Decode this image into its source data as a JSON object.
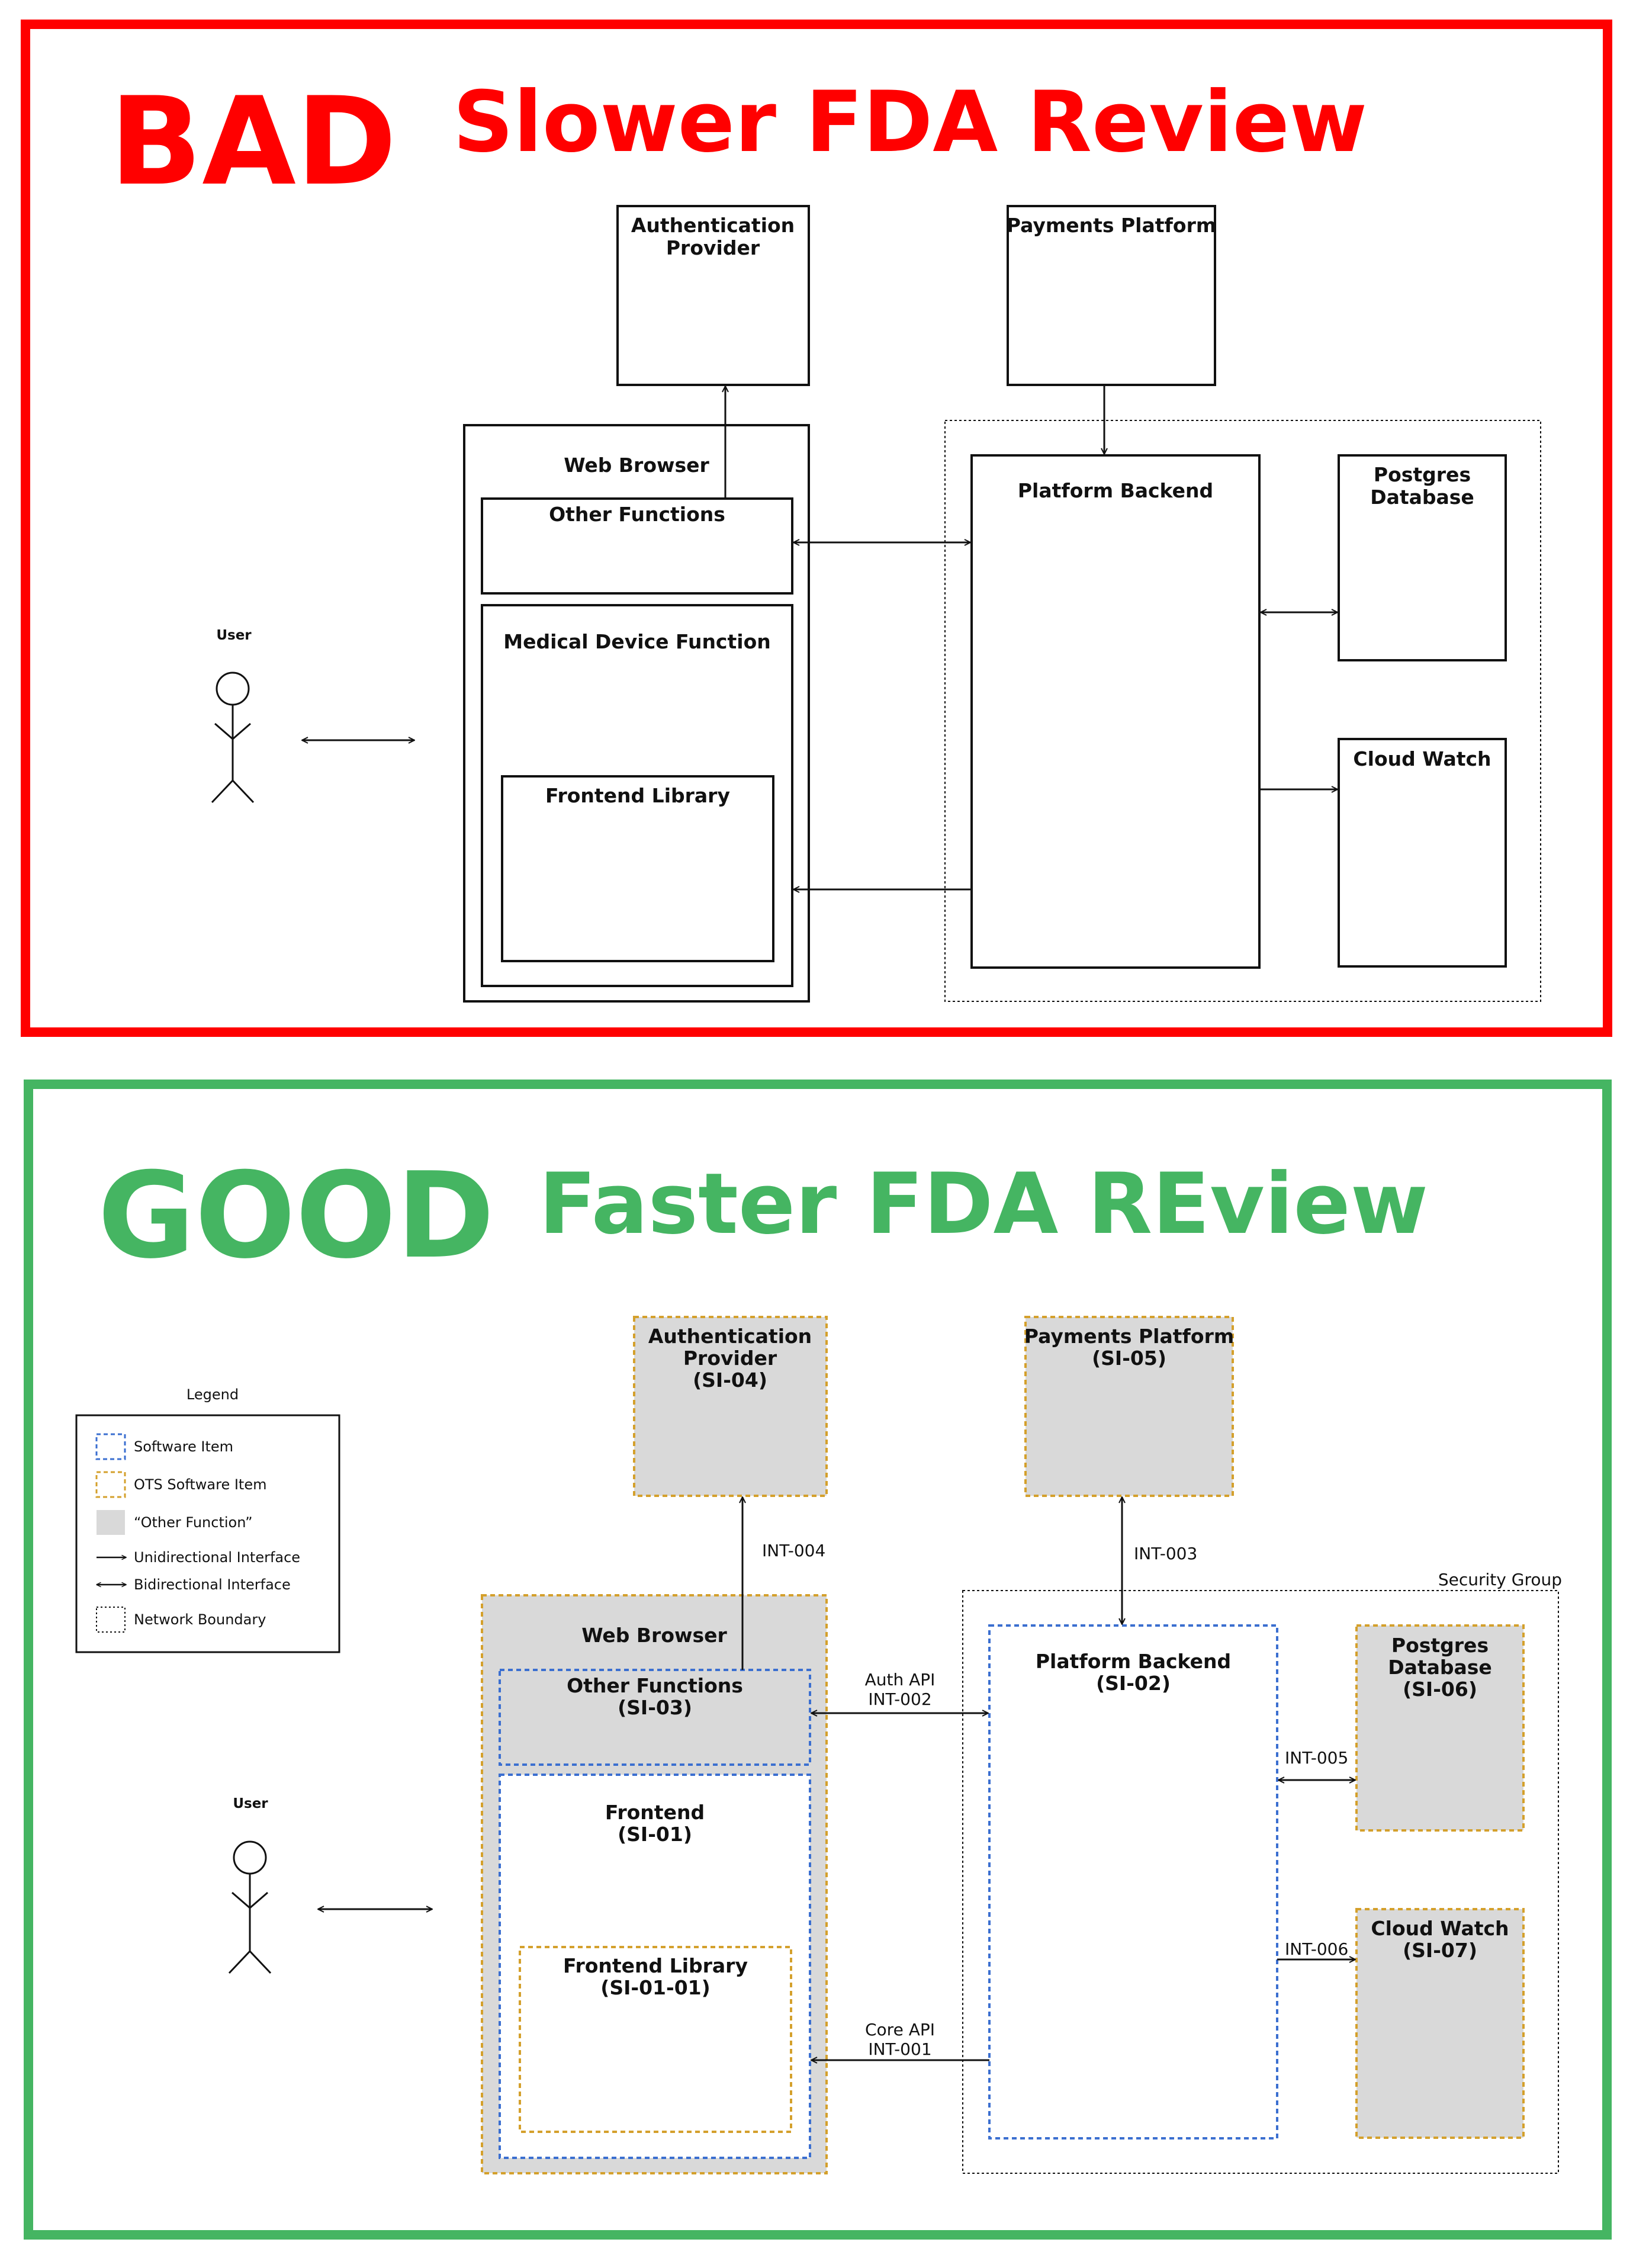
{
  "colors": {
    "bad": "#ff0000",
    "good": "#45b562",
    "software_item": "#3b6fd0",
    "ots_item": "#d4a02c",
    "other_function": "#d9d9d9"
  },
  "bad": {
    "badge": "BAD",
    "title": "Slower FDA Review",
    "user": "User",
    "auth_provider": [
      "Authentication",
      "Provider"
    ],
    "payments": "Payments Platform",
    "web_browser": "Web Browser",
    "other_functions": "Other Functions",
    "medical_device_function": "Medical Device Function",
    "frontend_library": "Frontend Library",
    "platform_backend": "Platform Backend",
    "postgres": [
      "Postgres",
      "Database"
    ],
    "cloud_watch": "Cloud Watch"
  },
  "good": {
    "badge": "GOOD",
    "title": "Faster FDA REview",
    "user": "User",
    "legend": {
      "title": "Legend",
      "items": [
        "Software Item",
        "OTS Software Item",
        "“Other Function”",
        "Unidirectional Interface",
        "Bidirectional Interface",
        "Network Boundary"
      ]
    },
    "auth_provider": [
      "Authentication",
      "Provider",
      "(SI-04)"
    ],
    "payments": [
      "Payments Platform",
      "(SI-05)"
    ],
    "web_browser": "Web Browser",
    "other_functions": [
      "Other Functions",
      "(SI-03)"
    ],
    "frontend": [
      "Frontend",
      "(SI-01)"
    ],
    "frontend_library": [
      "Frontend Library",
      "(SI-01-01)"
    ],
    "security_group": "Security Group",
    "platform_backend": [
      "Platform Backend",
      "(SI-02)"
    ],
    "postgres": [
      "Postgres",
      "Database",
      "(SI-06)"
    ],
    "cloud_watch": [
      "Cloud Watch",
      "(SI-07)"
    ],
    "interfaces": {
      "int004": "INT-004",
      "int003": "INT-003",
      "auth_api": [
        "Auth API",
        "INT-002"
      ],
      "core_api": [
        "Core API",
        "INT-001"
      ],
      "int005": "INT-005",
      "int006": "INT-006"
    }
  }
}
